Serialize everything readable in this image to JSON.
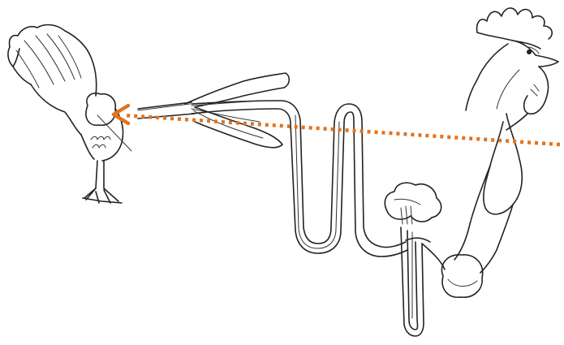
{
  "diagram": {
    "description_colors": {
      "line_art": "#222222",
      "arrow": "#e2731f",
      "background": "#ffffff"
    },
    "elements": [
      {
        "id": "hen-hindquarters",
        "icon": "hen-rear-icon"
      },
      {
        "id": "rooster-head",
        "icon": "rooster-head-icon"
      },
      {
        "id": "reproductive-tract",
        "icon": "oviduct-icon"
      },
      {
        "id": "transfer-arrow",
        "icon": "dotted-arrow-icon",
        "direction": "right-to-left"
      }
    ]
  }
}
